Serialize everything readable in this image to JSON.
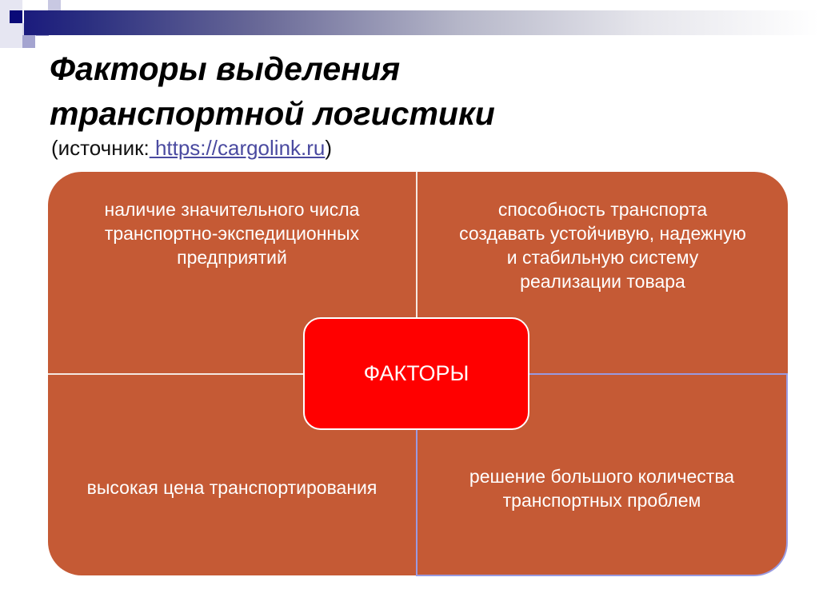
{
  "slide": {
    "title_line1": "Факторы выделения",
    "title_line2": "транспортной логистики",
    "source_prefix": "(источник:",
    "source_link": " https://cargolink.ru",
    "source_suffix": ")"
  },
  "diagram": {
    "center_label": "ФАКТОРЫ",
    "quadrants": [
      {
        "position": "top-left",
        "text": "наличие значительного числа транспортно-экспедиционных предприятий"
      },
      {
        "position": "top-right",
        "text": "способность транспорта создавать устойчивую, надежную и стабильную систему реализации товара"
      },
      {
        "position": "bottom-left",
        "text": "высокая цена транспортирования"
      },
      {
        "position": "bottom-right",
        "text": "решение большого количества транспортных проблем"
      }
    ],
    "colors": {
      "quadrant": "#c55a35",
      "center": "#ff0000",
      "header_bar_start": "#1b1b7d",
      "selection_border": "#9a9ae0"
    }
  }
}
